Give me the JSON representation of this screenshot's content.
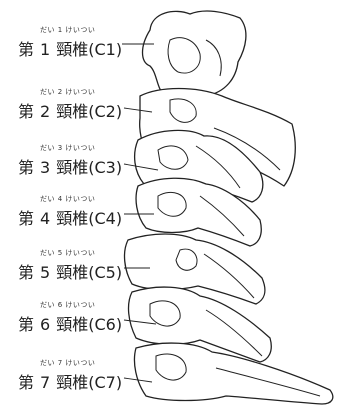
{
  "labels": [
    {
      "ordinal": "第",
      "number": "1",
      "word": "頸椎",
      "code": "(C1)",
      "ruby": "だい 1 けいつい"
    },
    {
      "ordinal": "第",
      "number": "2",
      "word": "頸椎",
      "code": "(C2)",
      "ruby": "だい 2 けいつい"
    },
    {
      "ordinal": "第",
      "number": "3",
      "word": "頸椎",
      "code": "(C3)",
      "ruby": "だい 3 けいつい"
    },
    {
      "ordinal": "第",
      "number": "4",
      "word": "頸椎",
      "code": "(C4)",
      "ruby": "だい 4 けいつい"
    },
    {
      "ordinal": "第",
      "number": "5",
      "word": "頸椎",
      "code": "(C5)",
      "ruby": "だい 5 けいつい"
    },
    {
      "ordinal": "第",
      "number": "6",
      "word": "頸椎",
      "code": "(C6)",
      "ruby": "だい 6 けいつい"
    },
    {
      "ordinal": "第",
      "number": "7",
      "word": "頸椎",
      "code": "(C7)",
      "ruby": "だい 7 けいつい"
    }
  ]
}
